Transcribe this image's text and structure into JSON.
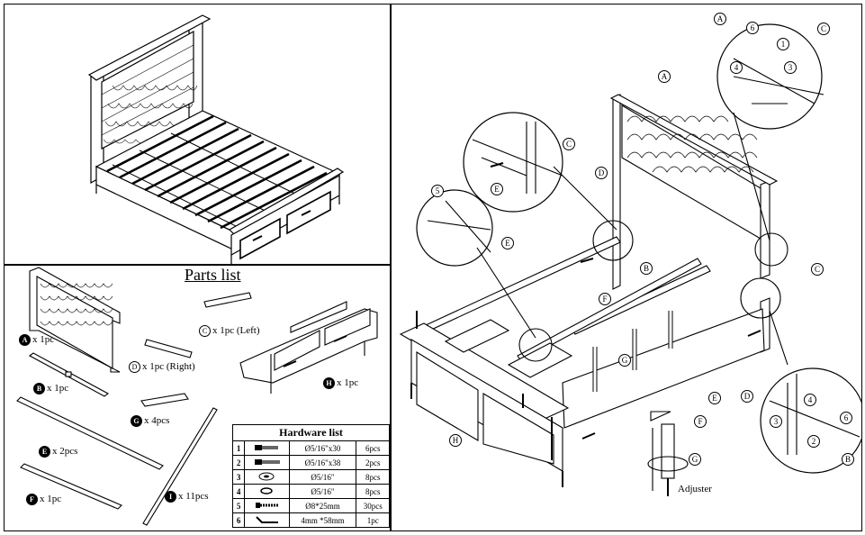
{
  "parts_list": {
    "title": "Parts list",
    "items": [
      {
        "letter": "A",
        "qty": "x 1pc"
      },
      {
        "letter": "B",
        "qty": "x 1pc"
      },
      {
        "letter": "C",
        "qty": "x 1pc (Left)"
      },
      {
        "letter": "D",
        "qty": "x 1pc (Right)"
      },
      {
        "letter": "G",
        "qty": "x 4pcs"
      },
      {
        "letter": "H",
        "qty": "x 1pc"
      },
      {
        "letter": "E",
        "qty": "x 2pcs"
      },
      {
        "letter": "F",
        "qty": "x 1pc"
      },
      {
        "letter": "I",
        "qty": "x 11pcs"
      }
    ]
  },
  "hardware_list": {
    "title": "Hardware list",
    "rows": [
      {
        "no": "1",
        "spec": "Ø5/16\"x30",
        "qty": "6pcs"
      },
      {
        "no": "2",
        "spec": "Ø5/16\"x38",
        "qty": "2pcs"
      },
      {
        "no": "3",
        "spec": "Ø5/16\"",
        "qty": "8pcs"
      },
      {
        "no": "4",
        "spec": "Ø5/16\"",
        "qty": "8pcs"
      },
      {
        "no": "5",
        "spec": "Ø8*25mm",
        "qty": "30pcs"
      },
      {
        "no": "6",
        "spec": "4mm *58mm",
        "qty": "1pc"
      }
    ]
  },
  "assembly_labels": {
    "A": "A",
    "B": "B",
    "C": "C",
    "D": "D",
    "E": "E",
    "F": "F",
    "G": "G",
    "H": "H",
    "n1": "1",
    "n2": "2",
    "n3": "3",
    "n4": "4",
    "n5": "5",
    "n6": "6",
    "adjuster": "Adjuster"
  }
}
